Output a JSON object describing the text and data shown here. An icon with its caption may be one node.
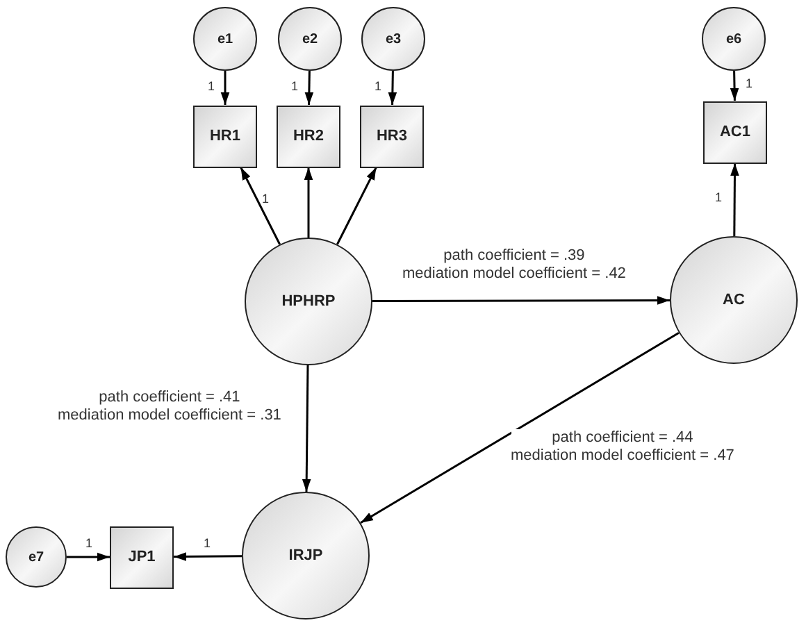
{
  "diagram": {
    "nodes": [
      {
        "text": [
          "e1"
        ]
      },
      {
        "text": [
          "e2"
        ]
      },
      {
        "text": [
          "e3"
        ]
      },
      {
        "text": [
          "e6"
        ]
      },
      {
        "text": [
          "HR1"
        ]
      },
      {
        "text": [
          "HR2"
        ]
      },
      {
        "text": [
          "HR3"
        ]
      },
      {
        "text": [
          "AC1"
        ]
      },
      {
        "text": [
          "HPHRP"
        ]
      },
      {
        "text": [
          "AC"
        ]
      },
      {
        "text": [
          "IRJP"
        ]
      },
      {
        "text": [
          "JP1"
        ]
      },
      {
        "text": [
          "e7"
        ]
      }
    ],
    "edges": [
      {
        "from": 0,
        "to": 4,
        "arrow": "to",
        "label": "1"
      },
      {
        "from": 1,
        "to": 5,
        "arrow": "to",
        "label": "1"
      },
      {
        "from": 2,
        "to": 6,
        "arrow": "to",
        "label": "1"
      },
      {
        "from": 3,
        "to": 7,
        "arrow": "to",
        "label": "1"
      },
      {
        "from": 8,
        "to": 4,
        "arrow": "to",
        "label": "1"
      },
      {
        "from": 8,
        "to": 5,
        "arrow": "to"
      },
      {
        "from": 8,
        "to": 6,
        "arrow": "to"
      },
      {
        "from": 9,
        "to": 7,
        "arrow": "to",
        "label": "1"
      },
      {
        "from": 8,
        "to": 9,
        "arrow": "to",
        "label": "path coefficient = .39 mediation model coefficient = .42"
      },
      {
        "from": 8,
        "to": 10,
        "arrow": "to",
        "label": "path coefficient = .41 mediation model coefficient = .31"
      },
      {
        "from": 9,
        "to": 10,
        "arrow": "to",
        "label": "path coefficient = .44 mediation model coefficient = .47"
      },
      {
        "from": 10,
        "to": 11,
        "arrow": "to",
        "label": "1"
      },
      {
        "from": 12,
        "to": 11,
        "arrow": "to",
        "label": "1"
      }
    ]
  }
}
